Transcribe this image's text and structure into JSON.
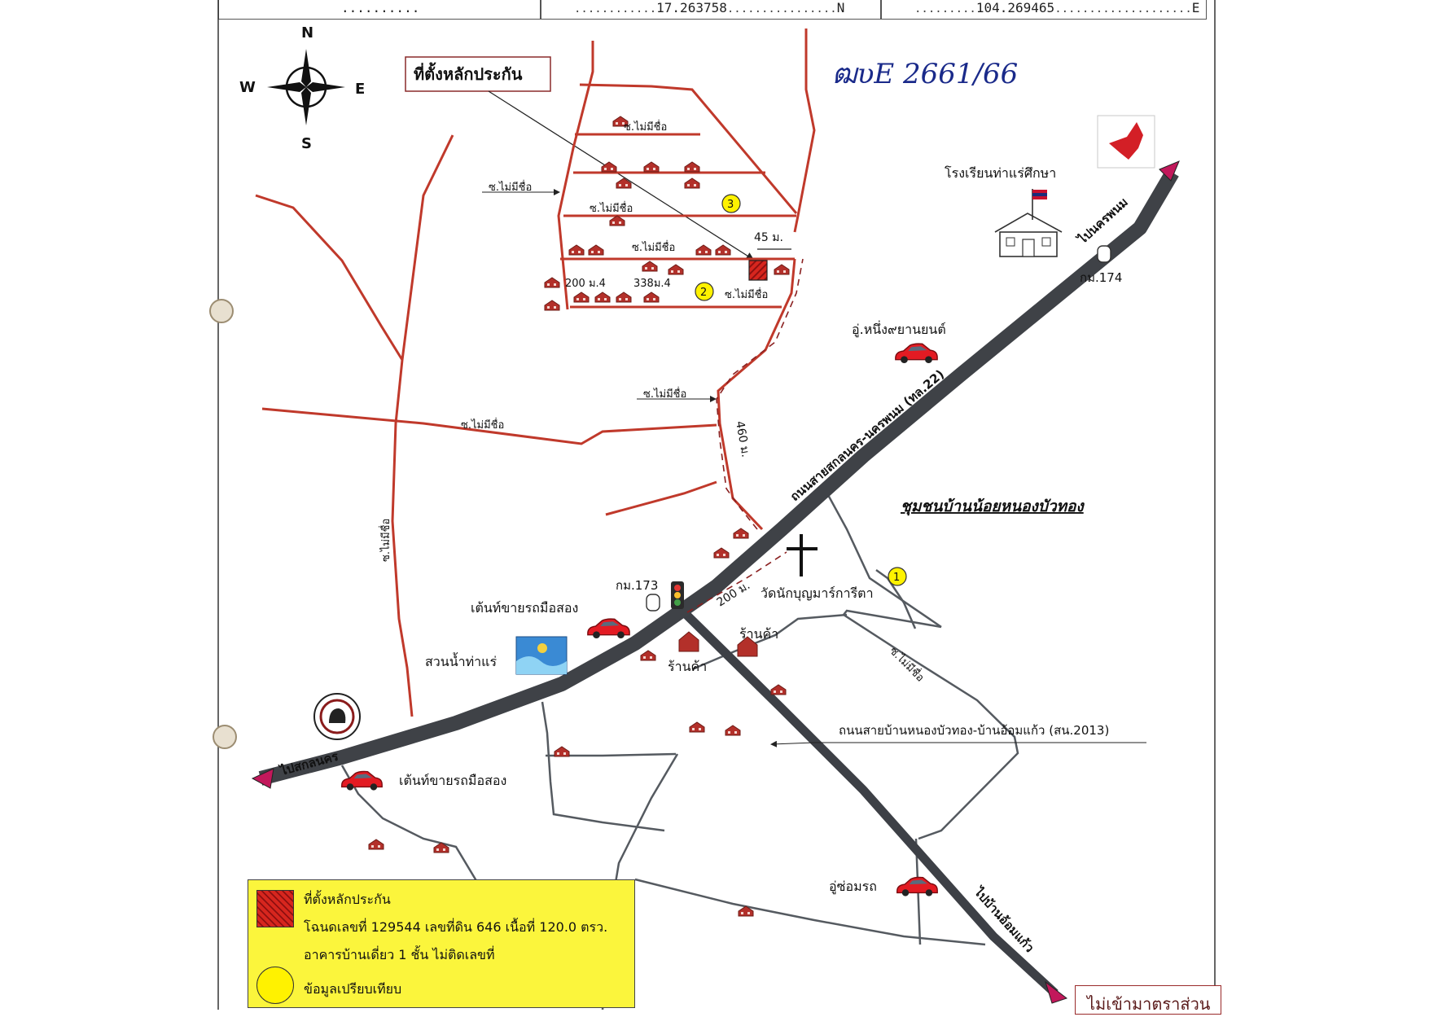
{
  "header": {
    "cell_left": "..........",
    "lat": "17.263758",
    "lat_suffix": "N",
    "lon": "104.269465",
    "lon_suffix": "E"
  },
  "compass": {
    "n": "N",
    "s": "S",
    "e": "E",
    "w": "W"
  },
  "handwritten_ref": "ฒυE 2661/66",
  "callout_title": "ที่ตั้งหลักประกัน",
  "school_label": "โรงเรียนท่าแร่ศึกษา",
  "km174": "กม.174",
  "km173": "กม.173",
  "garage1": "อู่.หนึ่ง๙ยานยนต์",
  "garage2": "อู่ซ่อมรถ",
  "community": "ชุมชนบ้านน้อยหนองบัวทอง",
  "church": "วัดนักบุญมาร์การีตา",
  "car_tent_1": "เต้นท์ขายรถมือสอง",
  "car_tent_2": "เต้นท์ขายรถมือสอง",
  "water_park": "สวนน้ำท่าแร่",
  "shop1": "ร้านค้า",
  "shop2": "ร้านค้า",
  "road_2013": "ถนนสายบ้านหนองบัวทอง-บ้านอ้อมแก้ว (สน.2013)",
  "soi_unnamed": "ซ.ไม่มีชื่อ",
  "dist_45": "45 ม.",
  "dist_460": "460 ม.",
  "dist_200": "200 ม.",
  "plot_200": "200 ม.4",
  "plot_338": "338ม.4",
  "marker_1": "1",
  "marker_2": "2",
  "marker_3": "3",
  "highway_label": "ถนนสายสกลนคร-นครพนม (ทล.22)",
  "to_sakon": "ไปสกลนคร",
  "to_nakhon": "ไปนครพนม",
  "to_south": "ไปบ้านอ้อมแก้ว",
  "legend": {
    "title": "ที่ตั้งหลักประกัน",
    "line1": "โฉนดเลขที่ 129544 เลขที่ดิน 646 เนื้อที่ 120.0 ตรว.",
    "line2": "อาคารบ้านเดี่ยว 1 ชั้น  ไม่ติดเลขที่",
    "comparison": "ข้อมูลเปรียบเทียบ"
  },
  "not_standard": "ไม่เข้ามาตราส่วน",
  "colors": {
    "soi_road": "#c0392b",
    "highway": "#4a4d52",
    "district_road": "#555a60",
    "legend_bg": "#fbf53c",
    "marker": "#fff200",
    "arrow": "#c2185b"
  }
}
